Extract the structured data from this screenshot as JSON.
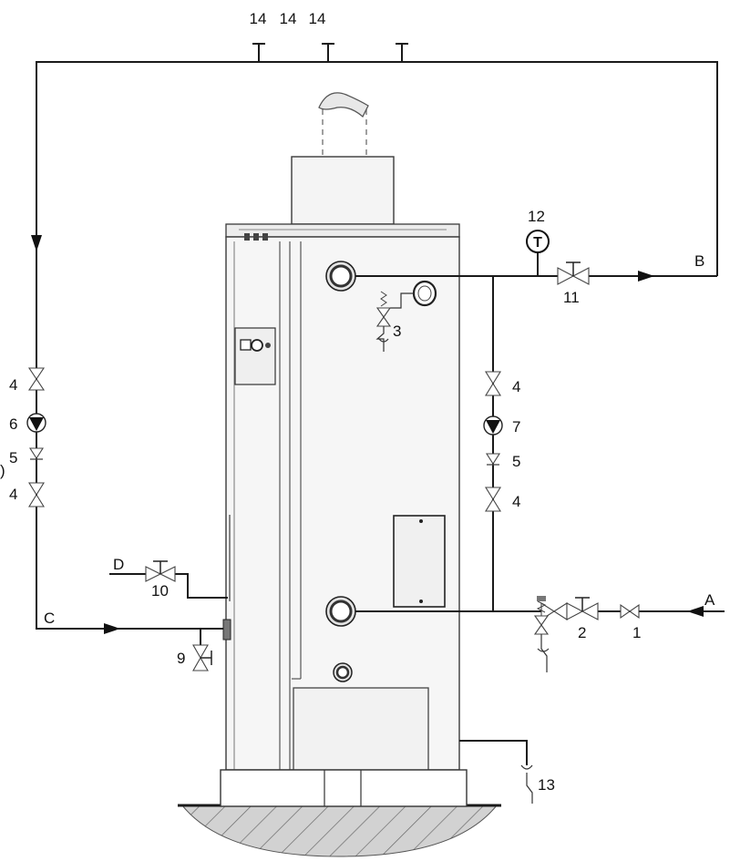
{
  "labels": {
    "vent_1": "14",
    "vent_2": "14",
    "vent_3": "14",
    "point_a": "A",
    "point_b": "B",
    "point_c": "C",
    "point_d": "D",
    "inlet_valve": "1",
    "inlet_combo": "2",
    "relief_valve": "3",
    "valve_left_top": "4",
    "valve_left_bottom": "4",
    "valve_right_top": "4",
    "valve_right_bottom": "4",
    "check_left": "5",
    "check_right": "5",
    "pump_left": "6",
    "pump_right": "7",
    "drain_valve": "9",
    "valve_d": "10",
    "outlet_valve": "11",
    "thermometer": "12",
    "thermometer_glyph": "T",
    "condensate_drain": "13",
    "left_edge_mark": ")"
  },
  "colors": {
    "line": "#1a1a1a",
    "hatch": "#bdbdbd",
    "shell": "#f6f6f6"
  }
}
